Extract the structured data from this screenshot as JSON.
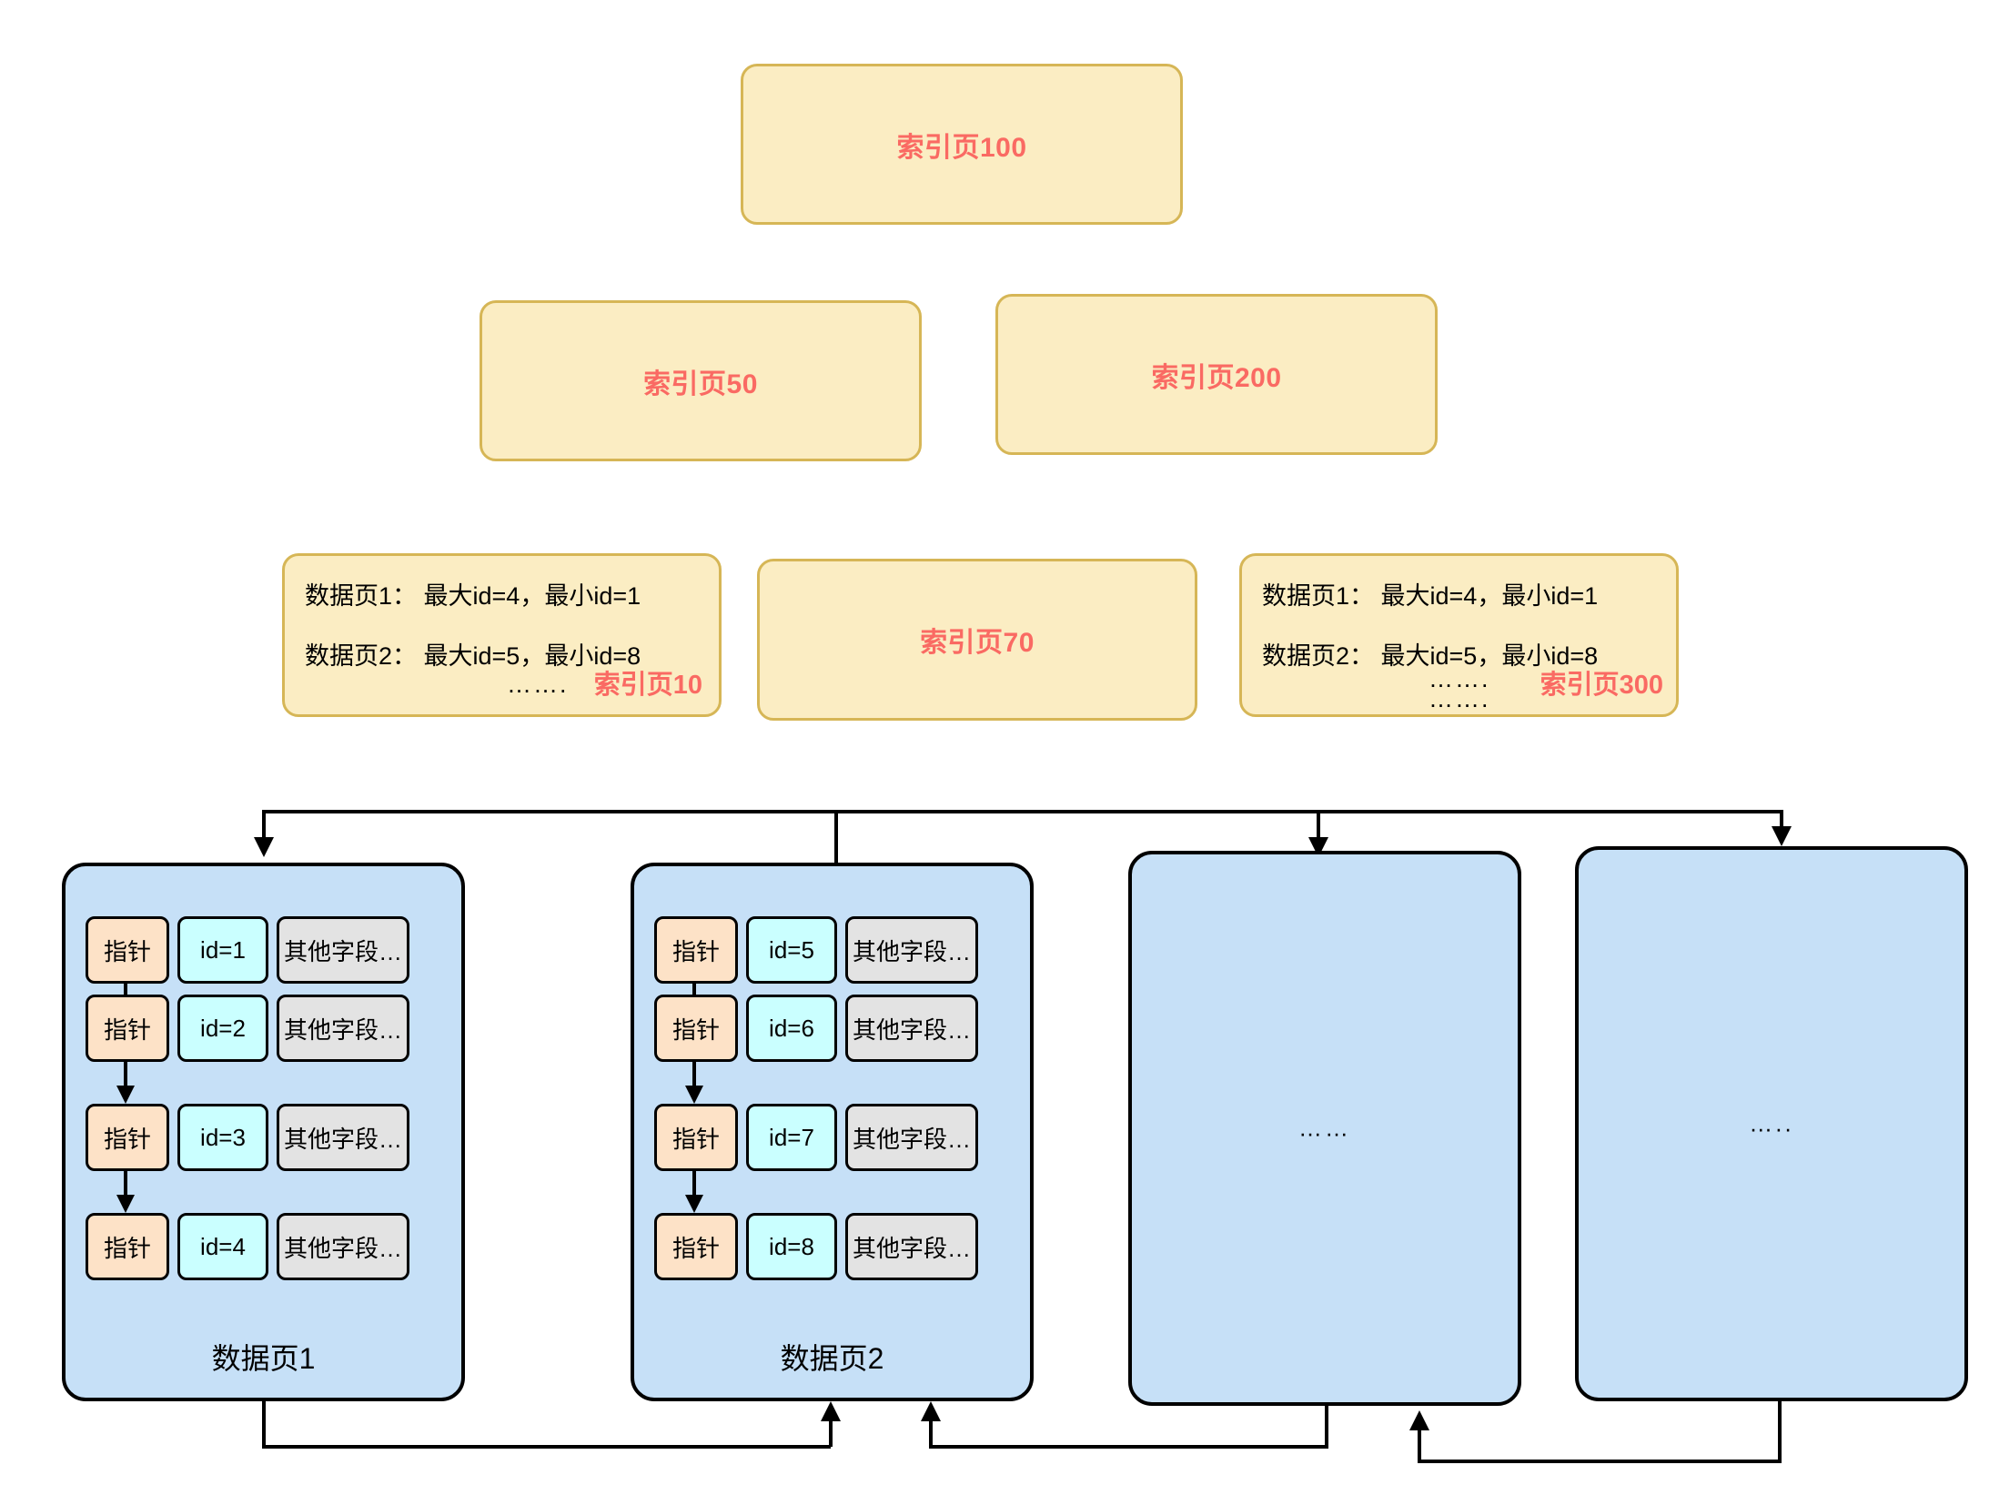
{
  "diagram": {
    "title": "B+ Tree Index Structure",
    "colors": {
      "index_fill": "#fbedc3",
      "index_border": "#d6b656",
      "index_label": "#fa6a63",
      "data_page_fill": "#c6e0f7",
      "data_page_border": "#000000",
      "pointer_cell": "#fde2c7",
      "id_cell": "#caffff",
      "other_cell": "#e3e3e3"
    }
  },
  "index_pages": {
    "root": {
      "label": "索引页100"
    },
    "level2": [
      {
        "label": "索引页50"
      },
      {
        "label": "索引页200"
      }
    ],
    "level3": [
      {
        "corner_label": "索引页10",
        "lines": [
          "数据页1： 最大id=4，最小id=1",
          "数据页2： 最大id=5，最小id=8"
        ],
        "dots": [
          "……."
        ]
      },
      {
        "center_label": "索引页70"
      },
      {
        "corner_label": "索引页300",
        "lines": [
          "数据页1： 最大id=4，最小id=1",
          "数据页2： 最大id=5，最小id=8"
        ],
        "dots": [
          "…….",
          "……."
        ]
      }
    ]
  },
  "data_pages": [
    {
      "title": "数据页1",
      "rows": [
        {
          "pointer": "指针",
          "id": "id=1",
          "other": "其他字段…"
        },
        {
          "pointer": "指针",
          "id": "id=2",
          "other": "其他字段…"
        },
        {
          "pointer": "指针",
          "id": "id=3",
          "other": "其他字段…"
        },
        {
          "pointer": "指针",
          "id": "id=4",
          "other": "其他字段…"
        }
      ]
    },
    {
      "title": "数据页2",
      "rows": [
        {
          "pointer": "指针",
          "id": "id=5",
          "other": "其他字段…"
        },
        {
          "pointer": "指针",
          "id": "id=6",
          "other": "其他字段…"
        },
        {
          "pointer": "指针",
          "id": "id=7",
          "other": "其他字段…"
        },
        {
          "pointer": "指针",
          "id": "id=8",
          "other": "其他字段…"
        }
      ]
    },
    {
      "title": "",
      "ellipsis": "……",
      "rows": []
    },
    {
      "title": "",
      "ellipsis": "…..",
      "rows": []
    }
  ]
}
